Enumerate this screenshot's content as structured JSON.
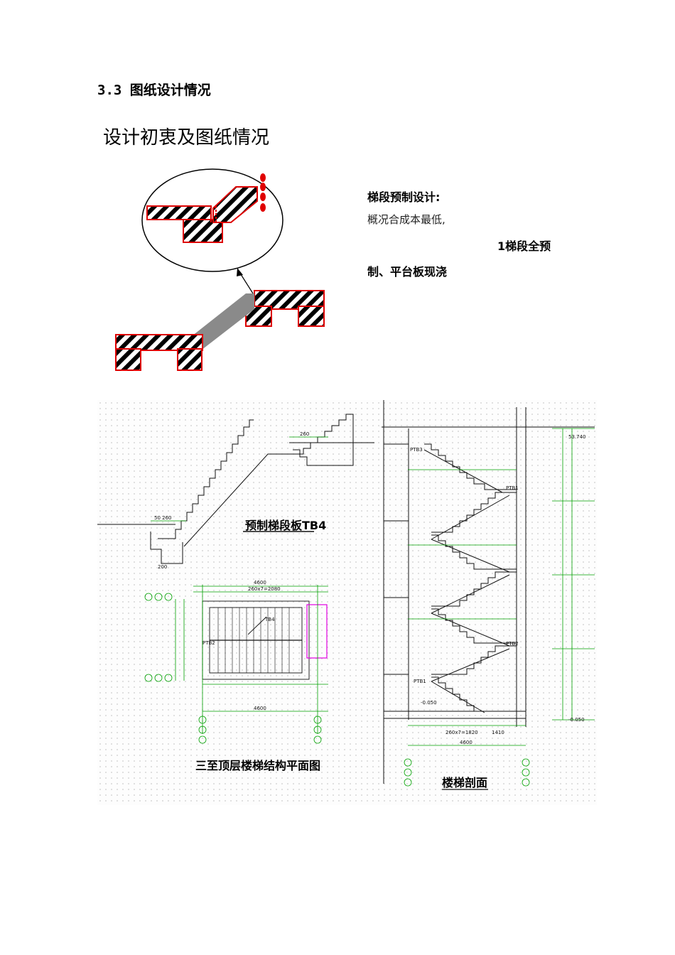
{
  "section": {
    "heading": "3.3 图纸设计情况",
    "subtitle": "设计初衷及图纸情况"
  },
  "notes": {
    "title": "梯段预制设计:",
    "line1": "概况合成本最低,",
    "line2": "1梯段全预",
    "line3": "制、平台板现浇"
  },
  "drawings": {
    "precast_label": "预制梯段板TB4",
    "plan_label": "三至顶层楼梯结构平面图",
    "section_label": "楼梯剖面",
    "dims": {
      "plan_top": "4600",
      "plan_bottom": "4600",
      "section_bottom": "4600",
      "section_top_elev": "53.740",
      "section_bottom_elev": "-0.050",
      "flight_dims": "260x7=1820",
      "plan_flight": "260x7=2080",
      "landing": "1410",
      "tb4": "TB4",
      "pts1": "PTB1",
      "pts2": "PTB2",
      "pts3": "PTB3"
    }
  },
  "colors": {
    "hatch_outline": "#e00000",
    "dim_green": "#00a000",
    "cad_magenta": "#e000e0",
    "flight_grey": "#8a8a8a"
  }
}
